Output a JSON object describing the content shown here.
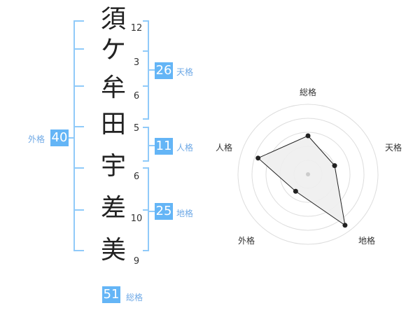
{
  "name_chars": [
    {
      "char": "須",
      "strokes": "12"
    },
    {
      "char": "ケ",
      "strokes": "3"
    },
    {
      "char": "牟",
      "strokes": "6"
    },
    {
      "char": "田",
      "strokes": "5"
    },
    {
      "char": "宇",
      "strokes": "6"
    },
    {
      "char": "差",
      "strokes": "10"
    },
    {
      "char": "美",
      "strokes": "9"
    }
  ],
  "kakus": {
    "tenkaku": {
      "value": "26",
      "label": "天格"
    },
    "jinkaku": {
      "value": "11",
      "label": "人格"
    },
    "chikaku": {
      "value": "25",
      "label": "地格"
    },
    "gaikaku": {
      "value": "40",
      "label": "外格"
    },
    "soukaku": {
      "value": "51",
      "label": "総格"
    }
  },
  "radar": {
    "axes": [
      "総格",
      "天格",
      "地格",
      "外格",
      "人格"
    ],
    "levels": [
      0.55,
      0.4,
      0.9,
      0.3,
      0.75
    ]
  },
  "colors": {
    "accent": "#64b5f6",
    "bracket": "#90caf9",
    "label": "#6fa9e6"
  }
}
